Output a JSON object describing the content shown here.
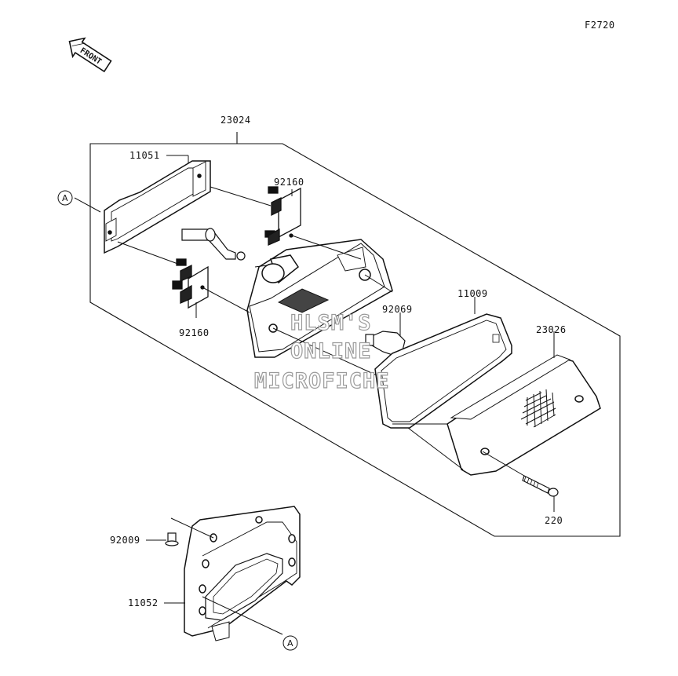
{
  "figure_id": "F2720",
  "direction": "FRONT",
  "ref_marker": "A",
  "callouts": {
    "assembly": "23024",
    "reflector": "11051",
    "socket_upper": "92160",
    "socket_lower": "92160",
    "bulb": "92069",
    "gasket": "11009",
    "lens": "23026",
    "screw": "220",
    "bolt": "92009",
    "bracket": "11052"
  },
  "watermark": [
    "HLSM'S",
    "ONLINE",
    "MICROFICHE"
  ]
}
